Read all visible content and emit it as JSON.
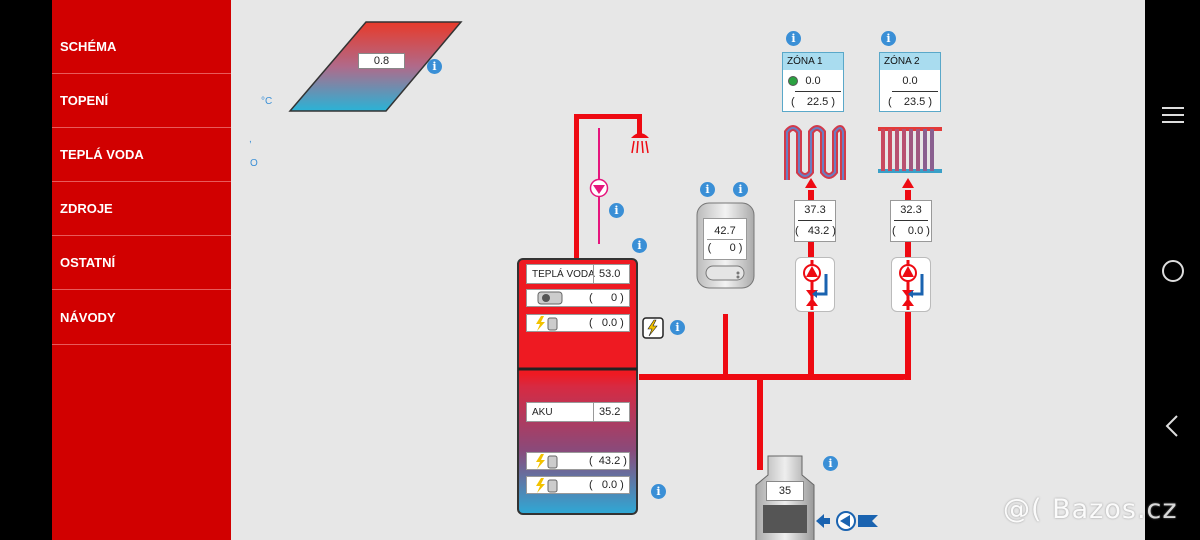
{
  "sidebar": {
    "items": [
      {
        "label": "SCHÉMA"
      },
      {
        "label": "TOPENÍ"
      },
      {
        "label": "TEPLÁ VODA"
      },
      {
        "label": "ZDROJE"
      },
      {
        "label": "OSTATNÍ"
      },
      {
        "label": "NÁVODY"
      }
    ]
  },
  "outdoor": {
    "unit": "°C",
    "tail": "O"
  },
  "solar": {
    "value": "0.8"
  },
  "tank": {
    "hot_water_label": "TEPLÁ VODA",
    "hot_water_value": "53.0",
    "fan_value": "(      0 )",
    "heater1_value": "(   0.0 )",
    "aku_label": "AKU",
    "aku_value": "35.2",
    "aku_heater1_value": "(  43.2 )",
    "aku_heater2_value": "(   0.0 )"
  },
  "room_unit": {
    "value": "42.7",
    "set": "(      0 )"
  },
  "zones": [
    {
      "title": "ZÓNA 1",
      "value": "0.0",
      "set": "(    22.5 )",
      "flow": "37.3",
      "flow_set": "(   43.2 )"
    },
    {
      "title": "ZÓNA 2",
      "value": "0.0",
      "set": "(    23.5 )",
      "flow": "32.3",
      "flow_set": "(    0.0 )"
    }
  ],
  "boiler": {
    "value": "35"
  },
  "watermark": "@( Bazos.cz",
  "icons": {
    "info": "i"
  },
  "colors": {
    "sidebar": "#d10000",
    "pipe": "#ee0a12",
    "info": "#3a8fd6",
    "zone_header": "#a9dcef"
  }
}
